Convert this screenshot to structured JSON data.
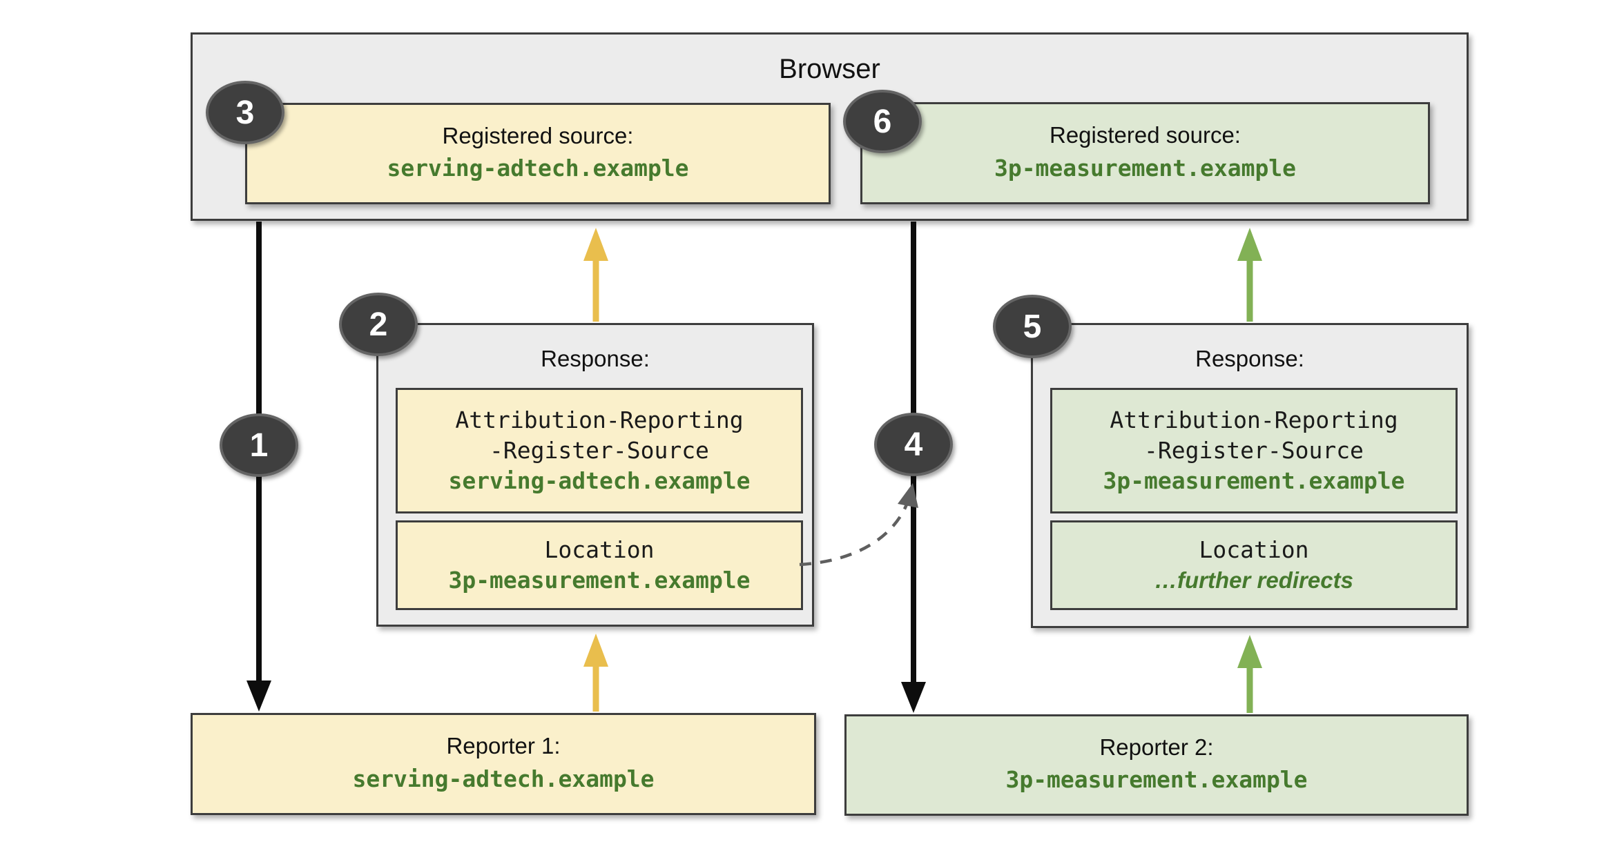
{
  "colors": {
    "accent_yellow": "#E9BE4D",
    "accent_green": "#82B155",
    "domain_green": "#467A2E",
    "fill_yellow": "#FAF0CB",
    "fill_green": "#DEE8D3",
    "fill_gray": "#ECECEC",
    "stroke_dark": "#3D3D3D"
  },
  "browser": {
    "title": "Browser",
    "registered_sources": [
      {
        "label": "Registered source:",
        "domain": "serving-adtech.example"
      },
      {
        "label": "Registered source:",
        "domain": "3p-measurement.example"
      }
    ]
  },
  "responses": [
    {
      "label": "Response:",
      "header_name_line1": "Attribution-Reporting",
      "header_name_line2": "-Register-Source",
      "header_value": "serving-adtech.example",
      "location_label": "Location",
      "location_value": "3p-measurement.example"
    },
    {
      "label": "Response:",
      "header_name_line1": "Attribution-Reporting",
      "header_name_line2": "-Register-Source",
      "header_value": "3p-measurement.example",
      "location_label": "Location",
      "location_value": "…further redirects"
    }
  ],
  "reporters": [
    {
      "label": "Reporter 1:",
      "domain": "serving-adtech.example"
    },
    {
      "label": "Reporter 2:",
      "domain": "3p-measurement.example"
    }
  ],
  "steps": [
    "1",
    "2",
    "3",
    "4",
    "5",
    "6"
  ]
}
